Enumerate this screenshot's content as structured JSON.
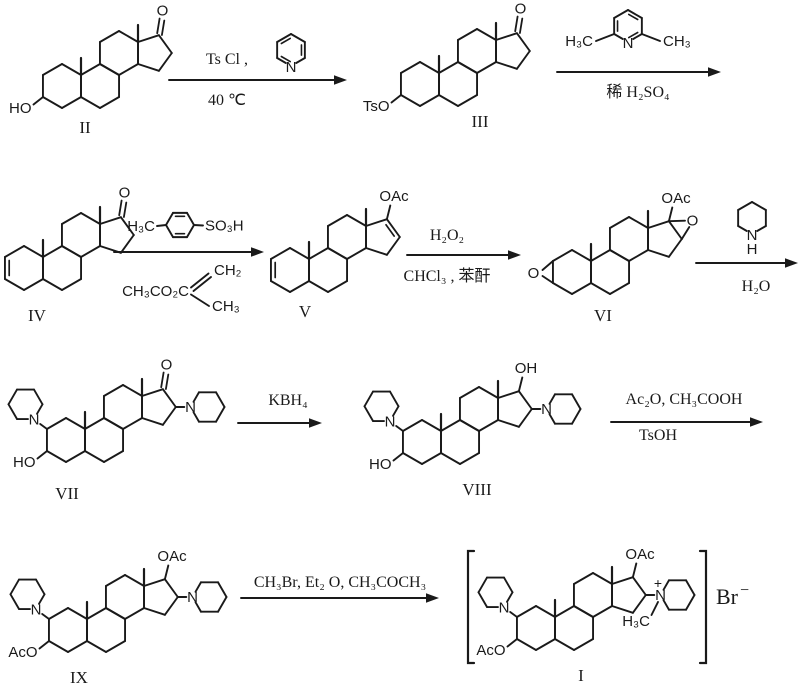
{
  "colors": {
    "ink": "#1a1a1a",
    "background": "#ffffff"
  },
  "scheme": {
    "structures": [
      {
        "caption": "II",
        "skeleton": {
          "c3_label": "HO",
          "c17": "ketone",
          "c17_label": "O"
        }
      },
      {
        "caption": "III",
        "skeleton": {
          "c3_label": "TsO",
          "c17": "ketone",
          "c17_label": "O"
        }
      },
      {
        "caption": "IV",
        "skeleton": {
          "delta2": true,
          "c17": "ketone",
          "c17_label": "O"
        }
      },
      {
        "caption": "V",
        "skeleton": {
          "delta2": true,
          "c17": "enol_acetate",
          "c17_label": "OAc"
        }
      },
      {
        "caption": "VI",
        "skeleton": {
          "epoxy23": true,
          "epoxy23_label": "O",
          "c17": "epoxy_acetate",
          "c17_label": "OAc",
          "epoxy17_label": "O"
        }
      },
      {
        "caption": "VII",
        "skeleton": {
          "c3_label": "HO",
          "c2_piperidine": true,
          "n_label": "N",
          "c16_piperidine": "amine",
          "c17": "ketone",
          "c17_label": "O"
        }
      },
      {
        "caption": "VIII",
        "skeleton": {
          "c3_label": "HO",
          "c2_piperidine": true,
          "n_label": "N",
          "c16_piperidine": "amine",
          "c17": "hydroxyl",
          "c17_label": "OH"
        }
      },
      {
        "caption": "IX",
        "skeleton": {
          "c3_label": "AcO",
          "c2_piperidine": true,
          "n_label": "N",
          "c16_piperidine": "amine",
          "c17": "acetate",
          "c17_label": "OAc"
        }
      },
      {
        "caption": "I",
        "bracketed": true,
        "skeleton": {
          "c3_label": "AcO",
          "c2_piperidine": true,
          "n_label": "N",
          "c16_piperidine": "ammonium",
          "charge_label": "+",
          "n_methyl_label": "H₃C",
          "c17": "acetate",
          "c17_label": "OAc"
        }
      }
    ],
    "arrows": [
      {
        "above_text": "Ts Cl ,",
        "below_text": "40 ℃",
        "pyridine": {
          "n": "N"
        }
      },
      {
        "below_text": "稀 H₂SO₄",
        "lutidine": {
          "methyl_left": "H₃C",
          "n": "N",
          "methyl_right": "CH₃"
        }
      },
      {
        "ptsa": {
          "methyl": "H₃C",
          "sulfo": "SO₃H"
        },
        "isopropenyl_acetate": {
          "ester": "CH₃CO₂C",
          "methylene": "CH₂",
          "methyl": "CH₃"
        }
      },
      {
        "above_text": "H₂O₂",
        "below_text": "CHCl₃ , 苯酐"
      },
      {
        "below_text": "H₂O",
        "piperidine": {
          "n": "N",
          "h": "H"
        }
      },
      {
        "above_text": "KBH₄"
      },
      {
        "above_text": "Ac₂O, CH₃COOH",
        "below_text": "TsOH"
      },
      {
        "above_text": "CH₃Br, Et₂ O, CH₃COCH₃"
      }
    ],
    "counterion": {
      "symbol": "Br",
      "charge": "−"
    }
  }
}
